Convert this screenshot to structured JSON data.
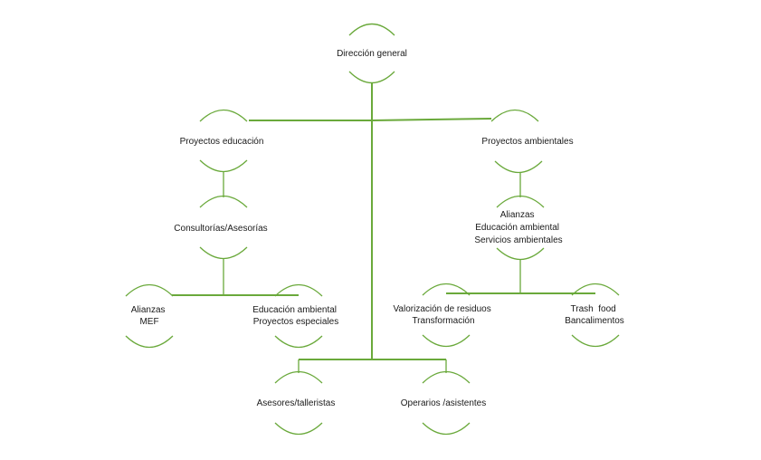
{
  "nodes": {
    "direccion": {
      "lines": [
        "Dirección general"
      ]
    },
    "proyectos_educacion": {
      "lines": [
        "Proyectos educación"
      ]
    },
    "proyectos_ambientales": {
      "lines": [
        "Proyectos ambientales"
      ]
    },
    "consultorias": {
      "lines": [
        "Consultorías/Asesorías"
      ]
    },
    "alianzas_ambiental": {
      "lines": [
        "Alianzas",
        "Educación ambiental",
        "Servicios ambientales"
      ]
    },
    "alianzas_mef": {
      "lines": [
        "Alianzas",
        "MEF"
      ]
    },
    "educacion_proyectos": {
      "lines": [
        "Educación ambiental",
        "Proyectos especiales"
      ]
    },
    "valorizacion": {
      "lines": [
        "Valorización de residuos",
        "Transformación"
      ]
    },
    "trash_food": {
      "lines": [
        "Trash  food",
        "Bancalimentos"
      ]
    },
    "asesores": {
      "lines": [
        "Asesores/talleristas"
      ]
    },
    "operarios": {
      "lines": [
        "Operarios /asistentes"
      ]
    }
  },
  "colors": {
    "accent": "#6aa93b",
    "text": "#1a1a1a"
  }
}
